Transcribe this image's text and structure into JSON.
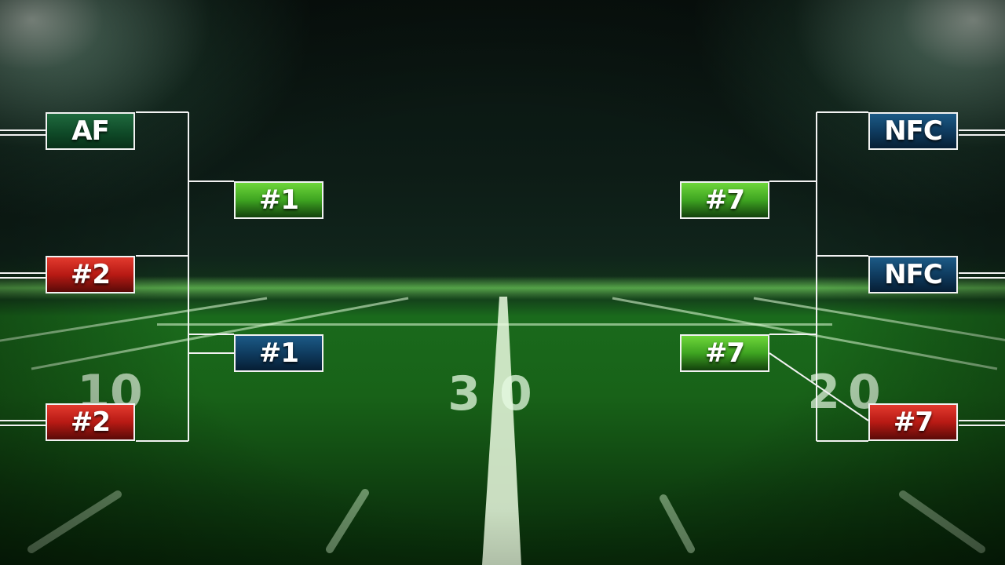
{
  "afc": {
    "round1": [
      {
        "label": "AF",
        "color": "darkgreen"
      },
      {
        "label": "#2",
        "color": "red"
      },
      {
        "label": "#2",
        "color": "red"
      }
    ],
    "round2": [
      {
        "label": "#1",
        "color": "green"
      },
      {
        "label": "#1",
        "color": "navy"
      }
    ]
  },
  "nfc": {
    "round1": [
      {
        "label": "NFC",
        "color": "navy"
      },
      {
        "label": "NFC",
        "color": "navy"
      },
      {
        "label": "#7",
        "color": "red"
      }
    ],
    "round2": [
      {
        "label": "#7",
        "color": "green"
      },
      {
        "label": "#7",
        "color": "green"
      }
    ]
  },
  "field": {
    "yard_numbers": [
      "10",
      "30",
      "20"
    ]
  },
  "colors": {
    "bracket_line": "#f2f2f2",
    "grass": "#1a6a1c"
  }
}
